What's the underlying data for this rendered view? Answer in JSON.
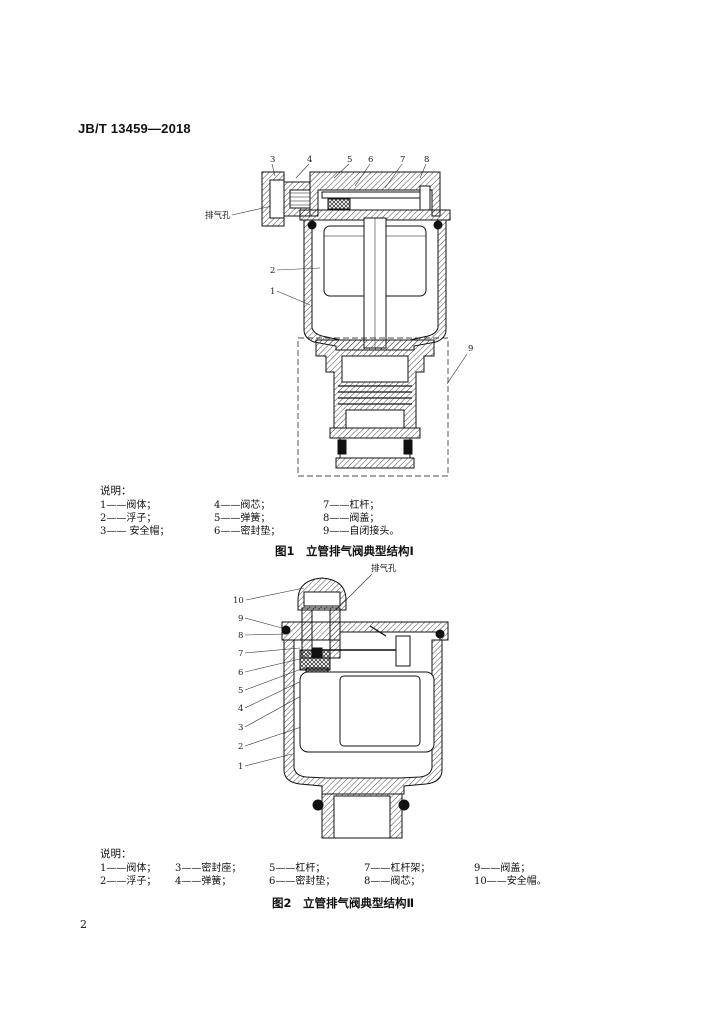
{
  "header": {
    "doc_code": "JB/T 13459—2018"
  },
  "figure1": {
    "part_numbers": [
      "3",
      "4",
      "5",
      "6",
      "7",
      "8"
    ],
    "side_labels": [
      "2",
      "1"
    ],
    "right_label": "9",
    "vent_label": "排气孔",
    "legend_title": "说明：",
    "legend": [
      [
        "1——阀体；",
        "4——阀芯；",
        "7——杠杆；"
      ],
      [
        "2——浮子；",
        "5——弹簧；",
        "8——阀盖；"
      ],
      [
        "3—— 安全帽；",
        "6——密封垫；",
        "9——自闭接头。"
      ]
    ],
    "caption": "图1　立管排气阀典型结构Ⅰ"
  },
  "figure2": {
    "vent_label": "排气孔",
    "side_labels": [
      "10",
      "9",
      "8",
      "7",
      "6",
      "5",
      "4",
      "3",
      "2",
      "1"
    ],
    "legend_title": "说明：",
    "legend": [
      [
        "1——阀体；",
        "3——密封座；",
        "5——杠杆；",
        "7——杠杆架；",
        "9——阀盖；"
      ],
      [
        "2——浮子；",
        "4——弹簧；",
        "6——密封垫；",
        "8——阀芯；",
        "10——安全帽。"
      ]
    ],
    "caption": "图2　立管排气阀典型结构Ⅱ"
  },
  "footer": {
    "page_number": "2"
  }
}
